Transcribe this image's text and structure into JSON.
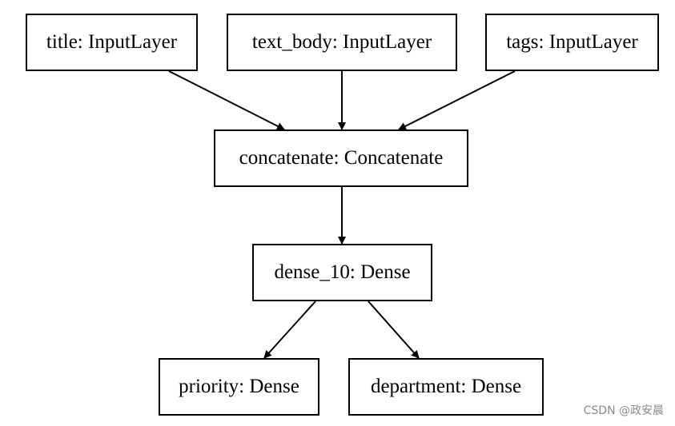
{
  "nodes": {
    "title": "title: InputLayer",
    "text_body": "text_body: InputLayer",
    "tags": "tags: InputLayer",
    "concatenate": "concatenate: Concatenate",
    "dense_10": "dense_10: Dense",
    "priority": "priority: Dense",
    "department": "department: Dense"
  },
  "watermark": "CSDN @政安晨"
}
